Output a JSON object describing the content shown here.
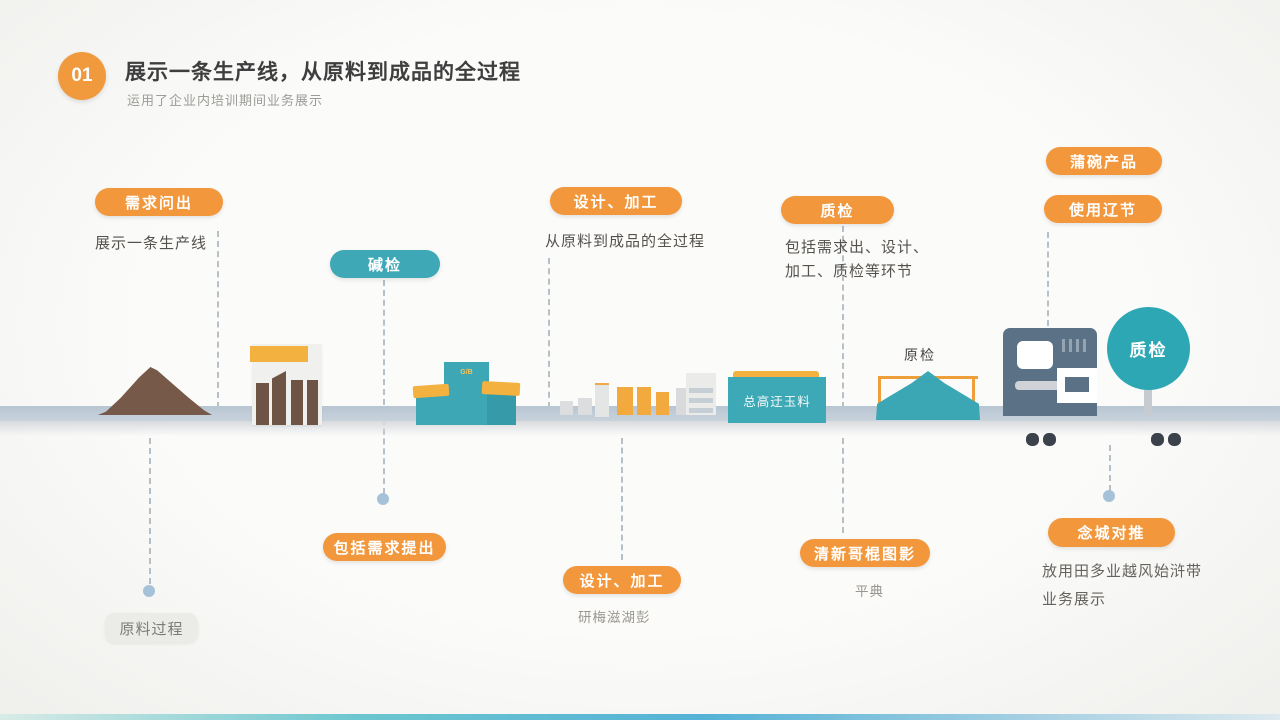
{
  "slide": {
    "badge": "01",
    "title": "展示一条生产线，从原料到成品的全过程",
    "subtitle": "运用了企业内培训期间业务展示"
  },
  "pills": {
    "demand": "需求问出",
    "material_check": "碱检",
    "design_top": "设计、加工",
    "quality_top": "质检",
    "finished_product": "蒲碗产品",
    "usage_stage": "使用辽节",
    "include_demand": "包括需求提出",
    "design_bottom": "设计、加工",
    "clear_style": "清新哥棍图影",
    "multi_scene": "念城对推",
    "raw_process": "原料过程"
  },
  "captions": {
    "demand": "展示一条生产线",
    "design": "从原料到成品的全过程",
    "quality_line1": "包括需求出、设计、",
    "quality_line2": "加工、质检等环节",
    "design_bottom": "研梅滋湖彭",
    "clear_style": "平典",
    "multi_scene_line1": "放用田多业越风始浒带",
    "multi_scene_line2": "业务展示"
  },
  "illustrations": {
    "material_box_label": "总高迂玉料",
    "tent_label": "原检",
    "quality_sign_label": "质检",
    "factory_mark": "G/B"
  },
  "colors": {
    "accent_orange": "#F2973C",
    "accent_teal": "#3EA8B6",
    "timeline_blue": "#B7C6D3",
    "material_brown": "#77594A",
    "machine_slate": "#5B7286"
  }
}
